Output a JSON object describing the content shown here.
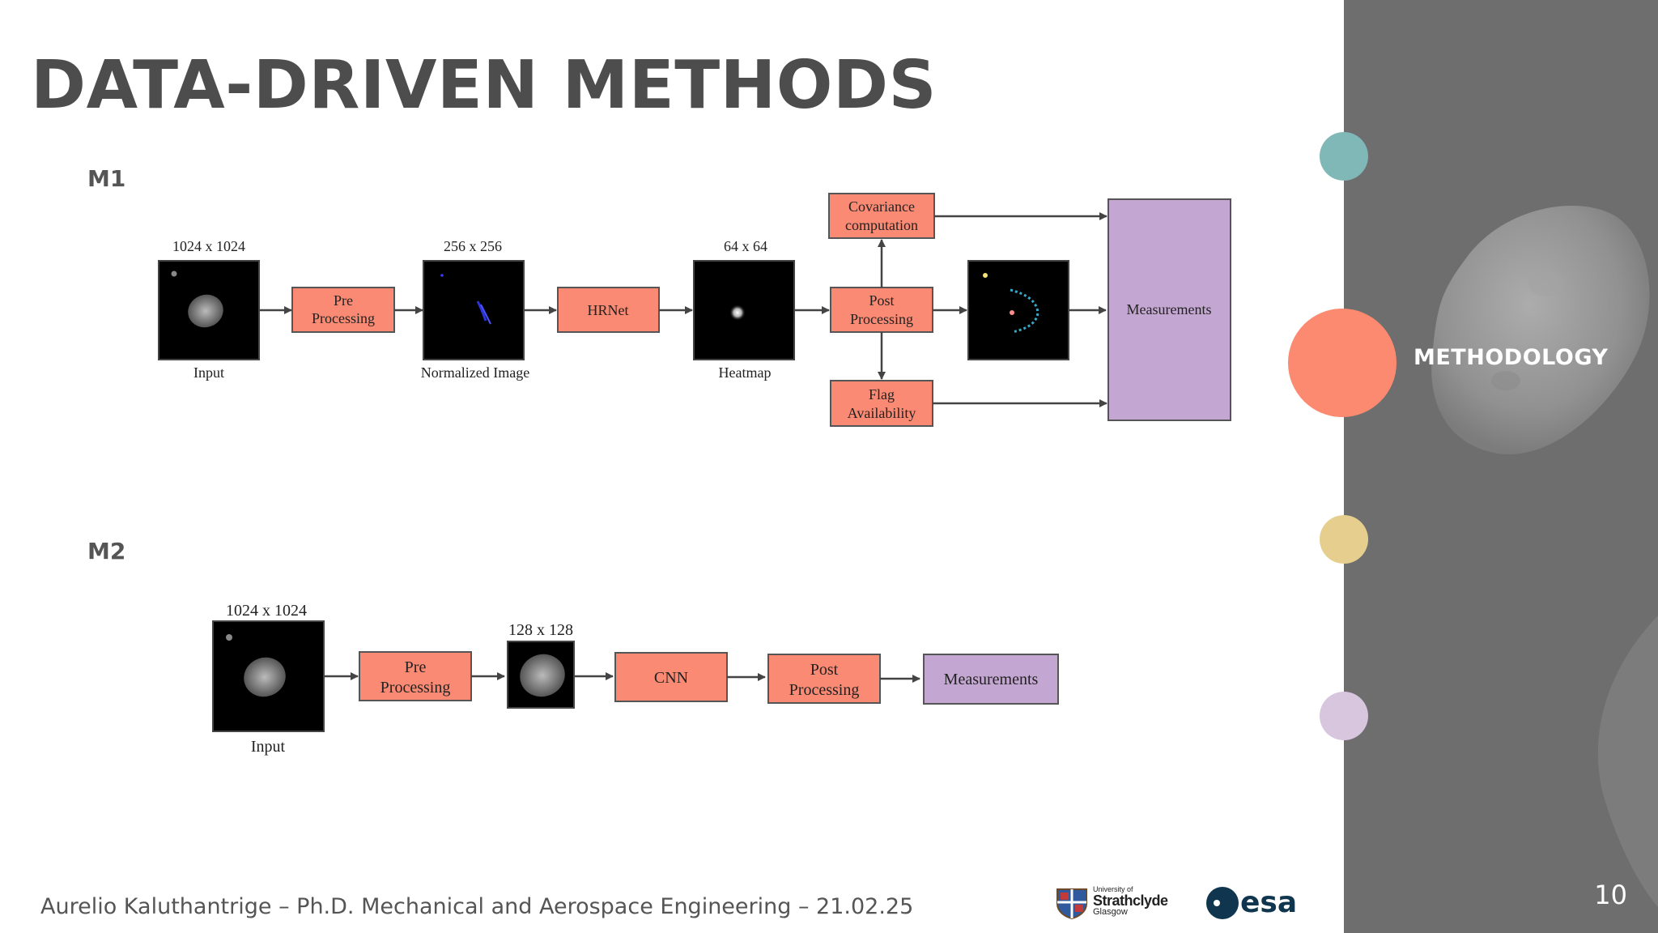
{
  "slide": {
    "title": "DATA-DRIVEN METHODS",
    "section": "METHODOLOGY",
    "page_number": "10",
    "footer": "Aurelio Kaluthantrige – Ph.D. Mechanical and Aerospace Engineering – 21.02.25"
  },
  "m1": {
    "label": "M1",
    "input_size": "1024 x 1024",
    "input_caption": "Input",
    "pre_line1": "Pre",
    "pre_line2": "Processing",
    "norm_size": "256 x 256",
    "norm_caption": "Normalized Image",
    "hrnet": "HRNet",
    "heat_size": "64 x 64",
    "heat_caption": "Heatmap",
    "cov_line1": "Covariance",
    "cov_line2": "computation",
    "post_line1": "Post",
    "post_line2": "Processing",
    "flag_line1": "Flag",
    "flag_line2": "Availability",
    "measurements": "Measurements"
  },
  "m2": {
    "label": "M2",
    "input_size": "1024 x 1024",
    "input_caption": "Input",
    "pre_line1": "Pre",
    "pre_line2": "Processing",
    "crop_size": "128 x 128",
    "cnn": "CNN",
    "post_line1": "Post",
    "post_line2": "Processing",
    "measurements": "Measurements"
  },
  "logos": {
    "strathclyde_small": "University of",
    "strathclyde_name": "Strathclyde",
    "strathclyde_city": "Glasgow",
    "esa": "esa"
  },
  "colors": {
    "salmon": "#fa8a73",
    "lavender": "#c4a6d2",
    "teal_dot": "#7fb8b7",
    "coral_dot": "#fb8a70",
    "yellow_dot": "#e6cf8e",
    "purple_dot": "#d8c5de",
    "sidebar": "#6e6e6e"
  }
}
